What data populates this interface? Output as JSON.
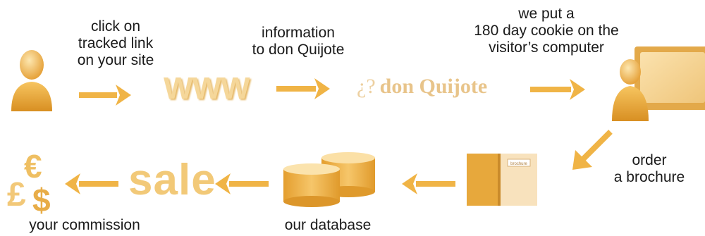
{
  "colors": {
    "accent": "#f0b446",
    "accent_dark": "#d9962a",
    "text": "#1a1a1a"
  },
  "steps": {
    "click_caption": [
      "click on",
      "tracked link",
      "on your site"
    ],
    "www_label": "WWW",
    "info_caption": [
      "information",
      "to don Quijote"
    ],
    "logo_mark": "¿?",
    "logo_text": "don Quijote",
    "cookie_caption": [
      "we put a",
      "180 day cookie on the",
      "visitor’s computer"
    ],
    "order_caption": [
      "order",
      "a brochure"
    ],
    "brochure_label": "brochure",
    "database_caption": "our database",
    "sale_label": "sale",
    "commission_caption": "your commission"
  },
  "icons": [
    "person-icon",
    "computer-user-icon",
    "brochure-icon",
    "database-icon",
    "currency-icon"
  ]
}
